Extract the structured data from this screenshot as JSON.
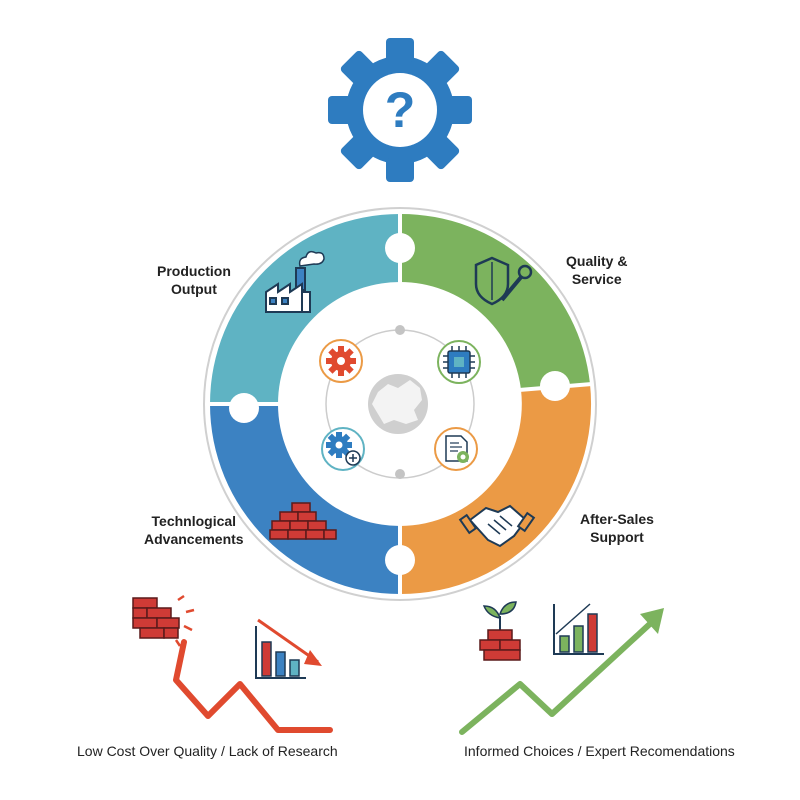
{
  "colors": {
    "gear": "#2e7cc0",
    "teal": "#5fb3c3",
    "green": "#7cb35e",
    "orange": "#eb9a45",
    "blue": "#3c82c2",
    "red": "#e04a2f",
    "brick": "#cf3b36",
    "grey": "#cfcfcf"
  },
  "top_icon": {
    "name": "gear-question-icon",
    "glyph": "?"
  },
  "segments": {
    "production": {
      "line1": "Production",
      "line2": "Output",
      "icon": "factory-icon"
    },
    "quality": {
      "line1": "Quality &",
      "line2": "Service",
      "icon": "shield-wrench-icon"
    },
    "technology": {
      "line1": "Technlogical",
      "line2": "Advancements",
      "icon": "brick-wall-icon"
    },
    "aftersales": {
      "line1": "After-Sales",
      "line2": "Support",
      "icon": "handshake-icon"
    }
  },
  "inner_icons": [
    "gear-icon",
    "chip-icon",
    "gear-plus-icon",
    "document-gear-icon",
    "china-map-icon"
  ],
  "bottom": {
    "left_caption": "Low Cost Over Quality / Lack of Research",
    "right_caption": "Informed Choices / Expert Recomendations",
    "left_icons": [
      "broken-brick-icon",
      "declining-bar-chart-icon",
      "red-down-arrow-icon"
    ],
    "right_icons": [
      "plant-brick-icon",
      "rising-bar-chart-icon",
      "green-up-arrow-icon"
    ]
  }
}
